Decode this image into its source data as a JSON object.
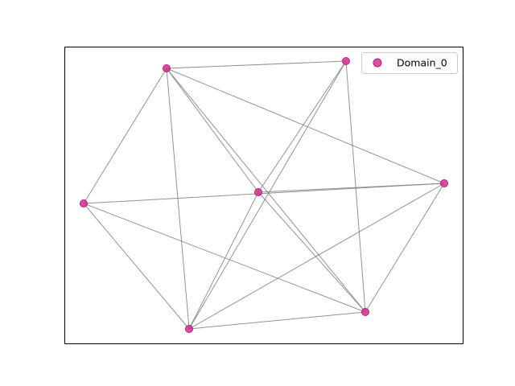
{
  "graph": {
    "legend": {
      "label": "Domain_0",
      "marker_color": "#d62f92"
    },
    "node_color": "#d62f92",
    "node_edge_color": "#b01f74",
    "edge_color": "#808080",
    "frame_color": "#000000",
    "background": "#ffffff",
    "nodes": [
      {
        "id": "n0"
      },
      {
        "id": "n1"
      },
      {
        "id": "n2"
      },
      {
        "id": "n3"
      },
      {
        "id": "n4"
      },
      {
        "id": "n5"
      },
      {
        "id": "n6"
      }
    ],
    "edges": [
      [
        "n0",
        "n2"
      ],
      [
        "n0",
        "n3"
      ],
      [
        "n0",
        "n4"
      ],
      [
        "n0",
        "n5"
      ],
      [
        "n0",
        "n6"
      ],
      [
        "n1",
        "n3"
      ],
      [
        "n1",
        "n5"
      ],
      [
        "n1",
        "n6"
      ],
      [
        "n2",
        "n4"
      ],
      [
        "n2",
        "n5"
      ],
      [
        "n2",
        "n6"
      ],
      [
        "n3",
        "n4"
      ],
      [
        "n3",
        "n5"
      ],
      [
        "n3",
        "n6"
      ],
      [
        "n4",
        "n5"
      ],
      [
        "n4",
        "n6"
      ],
      [
        "n5",
        "n6"
      ],
      [
        "n0",
        "n1"
      ]
    ]
  }
}
